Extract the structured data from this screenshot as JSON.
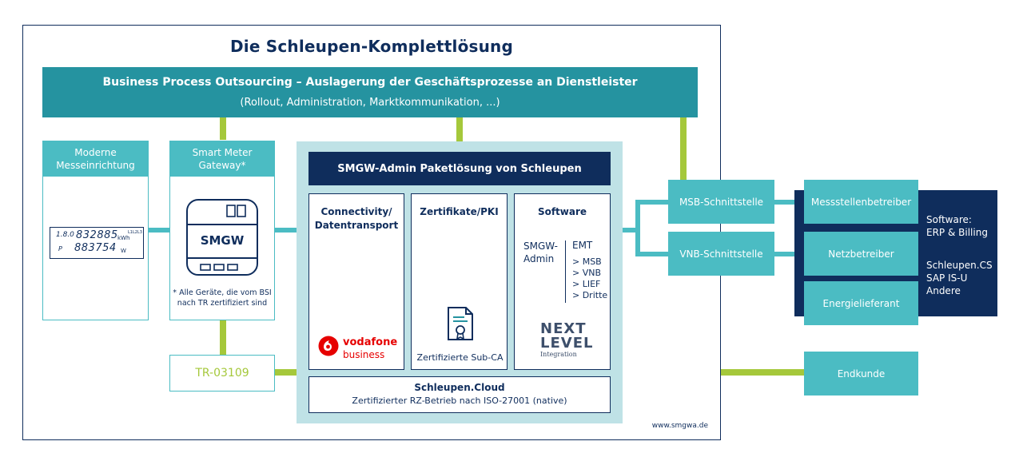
{
  "title": "Die Schleupen-Komplettlösung",
  "bpo": {
    "line1": "Business Process Outsourcing – Auslagerung der Geschäftsprozesse an Dienstleister",
    "line2": "(Rollout, Administration, Marktkommunikation, ...)"
  },
  "moderne_messeinrichtung": {
    "label_line1": "Moderne",
    "label_line2": "Messeinrichtung",
    "meter": {
      "reading1_code": "1.8.0",
      "reading1": "832885",
      "unit": "kWh",
      "reading2": "883754",
      "side_code": "L1L2L3",
      "unit2": "W"
    }
  },
  "smart_meter_gateway": {
    "label_line1": "Smart Meter",
    "label_line2": "Gateway*",
    "device_label": "SMGW",
    "footnote_line1": "* Alle Geräte, die vom BSI",
    "footnote_line2": "nach TR zertifiziert sind"
  },
  "tr_label": "TR-03109",
  "smgw_admin": {
    "title": "SMGW-Admin Paketlösung von Schleupen",
    "columns": {
      "connectivity": {
        "title_line1": "Connectivity/",
        "title_line2": "Datentransport",
        "logo_main": "vodafone",
        "logo_sub": "business"
      },
      "zertifikate": {
        "title": "Zertifikate/PKI",
        "caption": "Zertifizierte Sub-CA"
      },
      "software": {
        "title": "Software",
        "left_line1": "SMGW-",
        "left_line2": "Admin",
        "right_title": "EMT",
        "items": [
          "> MSB",
          "> VNB",
          "> LIEF",
          "> Dritte"
        ],
        "logo_line1": "NEXT",
        "logo_line2": "LEVEL",
        "logo_line3": "Integration"
      }
    },
    "cloud": {
      "title": "Schleupen.Cloud",
      "subtitle": "Zertifizierter RZ-Betrieb nach ISO-27001 (native)"
    }
  },
  "website": "www.smgwa.de",
  "interfaces": {
    "msb": "MSB-Schnittstelle",
    "vnb": "VNB-Schnittstelle"
  },
  "market_roles": {
    "messstellenbetreiber": "Messstellenbetreiber",
    "netzbetreiber": "Netzbetreiber",
    "energielieferant": "Energielieferant",
    "endkunde": "Endkunde"
  },
  "software_panel": {
    "line1": "Software:",
    "line2": "ERP & Billing",
    "line3": "Schleupen.CS",
    "line4": "SAP IS-U",
    "line5": "Andere"
  },
  "colors": {
    "navy": "#0f2d5c",
    "teal_dark": "#2593a0",
    "teal": "#4bbcc3",
    "light_teal": "#bfe2e6",
    "green": "#a5c83b",
    "vodafone_red": "#e60000"
  }
}
